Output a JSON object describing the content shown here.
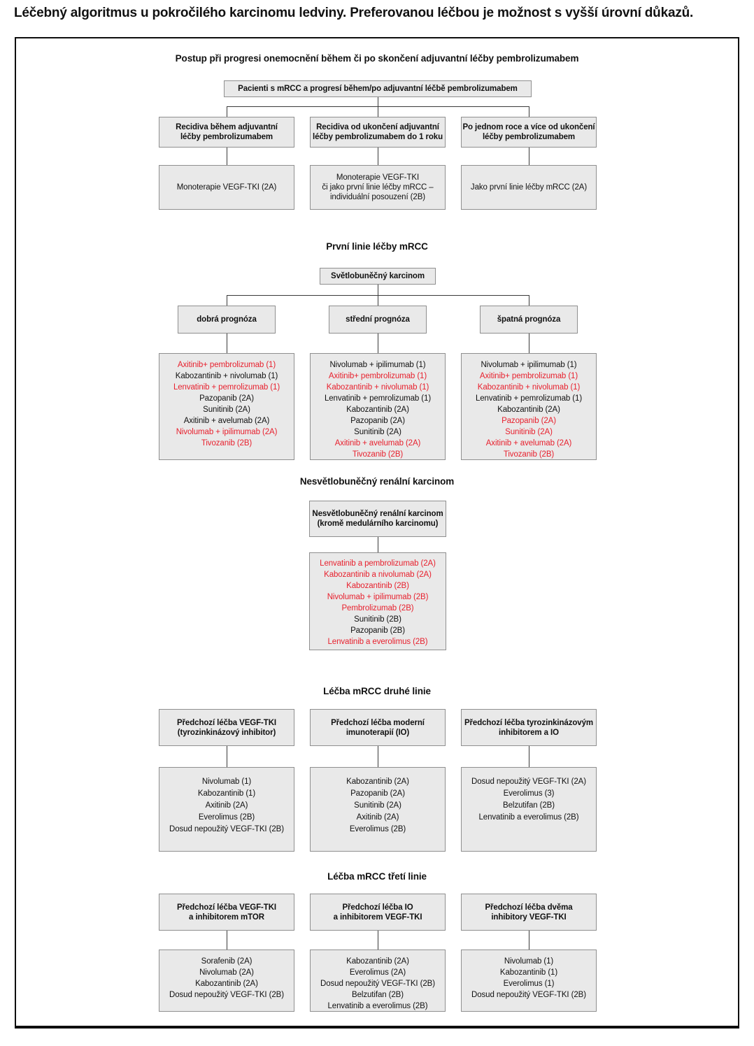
{
  "page_title": "Léčebný algoritmus u pokročilého karcinomu ledviny. Preferovanou léčbou je možnost s vyšší úrovní důkazů.",
  "colors": {
    "highlight_red": "#e8212e",
    "box_fill": "#e9e9e9",
    "box_border": "#8f8f8f",
    "connector": "#3a3a3a"
  },
  "adjuvant_section": {
    "heading": "Postup při progresi onemocnění během či po skončení adjuvantní léčby pembrolizumabem",
    "root_box": "Pacienti s mRCC a progresí během/po adjuvantní léčbě pembrolizumabem",
    "branches": [
      {
        "condition": "Recidiva během adjuvantní\nléčby pembrolizumabem",
        "treatment": "Monoterapie VEGF-TKI (2A)"
      },
      {
        "condition": "Recidiva od ukončení adjuvantní\nléčby pembrolizumabem do 1 roku",
        "treatment": "Monoterapie VEGF-TKI\nči jako první linie léčby mRCC –\nindividuální posouzení (2B)"
      },
      {
        "condition": "Po jednom roce a více od ukončení\nléčby pembrolizumabem",
        "treatment": "Jako první linie léčby mRCC (2A)"
      }
    ]
  },
  "first_line_section": {
    "heading": "První linie léčby mRCC",
    "root_box": "Světlobuněčný karcinom",
    "columns": [
      {
        "prognosis": "dobrá prognóza",
        "drugs": [
          {
            "text": "Axitinib+ pembrolizumab (1)",
            "color": "red"
          },
          {
            "text": "Kabozantinib + nivolumab (1)",
            "color": "black"
          },
          {
            "text": "Lenvatinib + pemrolizumab (1)",
            "color": "red"
          },
          {
            "text": "Pazopanib (2A)",
            "color": "black"
          },
          {
            "text": "Sunitinib (2A)",
            "color": "black"
          },
          {
            "text": "Axitinib + avelumab (2A)",
            "color": "black"
          },
          {
            "text": "Nivolumab + ipilimumab (2A)",
            "color": "red"
          },
          {
            "text": "Tivozanib (2B)",
            "color": "red"
          }
        ]
      },
      {
        "prognosis": "střední prognóza",
        "drugs": [
          {
            "text": "Nivolumab + ipilimumab (1)",
            "color": "black"
          },
          {
            "text": "Axitinib+ pembrolizumab (1)",
            "color": "red"
          },
          {
            "text": "Kabozantinib + nivolumab (1)",
            "color": "red"
          },
          {
            "text": "Lenvatinib + pemrolizumab (1)",
            "color": "black"
          },
          {
            "text": "Kabozantinib (2A)",
            "color": "black"
          },
          {
            "text": "Pazopanib (2A)",
            "color": "black"
          },
          {
            "text": "Sunitinib (2A)",
            "color": "black"
          },
          {
            "text": "Axitinib + avelumab (2A)",
            "color": "red"
          },
          {
            "text": "Tivozanib (2B)",
            "color": "red"
          }
        ]
      },
      {
        "prognosis": "špatná prognóza",
        "drugs": [
          {
            "text": "Nivolumab + ipilimumab (1)",
            "color": "black"
          },
          {
            "text": "Axitinib+ pembrolizumab (1)",
            "color": "red"
          },
          {
            "text": "Kabozantinib + nivolumab (1)",
            "color": "red"
          },
          {
            "text": "Lenvatinib + pemrolizumab (1)",
            "color": "black"
          },
          {
            "text": "Kabozantinib (2A)",
            "color": "black"
          },
          {
            "text": "Pazopanib (2A)",
            "color": "red"
          },
          {
            "text": "Sunitinib (2A)",
            "color": "red"
          },
          {
            "text": "Axitinib + avelumab (2A)",
            "color": "red"
          },
          {
            "text": "Tivozanib (2B)",
            "color": "red"
          }
        ]
      }
    ]
  },
  "non_clear_cell_section": {
    "heading": "Nesvětlobuněčný renální karcinom",
    "root_box": "Nesvětlobuněčný renální karcinom\n(kromě medulárního karcinomu)",
    "drugs": [
      {
        "text": "Lenvatinib a pembrolizumab (2A)",
        "color": "red"
      },
      {
        "text": "Kabozantinib a nivolumab (2A)",
        "color": "red"
      },
      {
        "text": "Kabozantinib (2B)",
        "color": "red"
      },
      {
        "text": "Nivolumab + ipilimumab (2B)",
        "color": "red"
      },
      {
        "text": "Pembrolizumab (2B)",
        "color": "red"
      },
      {
        "text": "Sunitinib (2B)",
        "color": "black"
      },
      {
        "text": "Pazopanib (2B)",
        "color": "black"
      },
      {
        "text": "Lenvatinib a everolimus (2B)",
        "color": "red"
      }
    ]
  },
  "second_line_section": {
    "heading": "Léčba mRCC druhé linie",
    "columns": [
      {
        "prior": "Předchozí léčba VEGF-TKI\n(tyrozinkinázový inhibitor)",
        "drugs": [
          {
            "text": "Nivolumab (1)",
            "color": "black"
          },
          {
            "text": "Kabozantinib (1)",
            "color": "black"
          },
          {
            "text": "Axitinib (2A)",
            "color": "black"
          },
          {
            "text": "Everolimus (2B)",
            "color": "black"
          },
          {
            "text": "Dosud nepoužitý VEGF-TKI (2B)",
            "color": "black"
          }
        ]
      },
      {
        "prior": "Předchozí léčba moderní\nimunoterapií (IO)",
        "drugs": [
          {
            "text": "Kabozantinib (2A)",
            "color": "black"
          },
          {
            "text": "Pazopanib (2A)",
            "color": "black"
          },
          {
            "text": "Sunitinib (2A)",
            "color": "black"
          },
          {
            "text": "Axitinib (2A)",
            "color": "black"
          },
          {
            "text": "Everolimus (2B)",
            "color": "black"
          }
        ]
      },
      {
        "prior": "Předchozí léčba tyrozinkinázovým\ninhibitorem a IO",
        "drugs": [
          {
            "text": "Dosud nepoužitý VEGF-TKI (2A)",
            "color": "black"
          },
          {
            "text": "Everolimus (3)",
            "color": "black"
          },
          {
            "text": "Belzutifan (2B)",
            "color": "black"
          },
          {
            "text": "Lenvatinib a everolimus (2B)",
            "color": "black"
          }
        ]
      }
    ]
  },
  "third_line_section": {
    "heading": "Léčba mRCC třetí linie",
    "columns": [
      {
        "prior": "Předchozí léčba VEGF-TKI\na inhibitorem mTOR",
        "drugs": [
          {
            "text": "Sorafenib (2A)",
            "color": "black"
          },
          {
            "text": "Nivolumab (2A)",
            "color": "black"
          },
          {
            "text": "Kabozantinib (2A)",
            "color": "black"
          },
          {
            "text": "Dosud nepoužitý VEGF-TKI (2B)",
            "color": "black"
          }
        ]
      },
      {
        "prior": "Předchozí léčba IO\na inhibitorem VEGF-TKI",
        "drugs": [
          {
            "text": "Kabozantinib (2A)",
            "color": "black"
          },
          {
            "text": "Everolimus (2A)",
            "color": "black"
          },
          {
            "text": "Dosud nepoužitý VEGF-TKI (2B)",
            "color": "black"
          },
          {
            "text": "Belzutifan (2B)",
            "color": "black"
          },
          {
            "text": "Lenvatinib a everolimus (2B)",
            "color": "black"
          }
        ]
      },
      {
        "prior": "Předchozí léčba dvěma\ninhibitory VEGF-TKI",
        "drugs": [
          {
            "text": "Nivolumab (1)",
            "color": "black"
          },
          {
            "text": "Kabozantinib (1)",
            "color": "black"
          },
          {
            "text": "Everolimus (1)",
            "color": "black"
          },
          {
            "text": "Dosud nepoužitý VEGF-TKI (2B)",
            "color": "black"
          }
        ]
      }
    ]
  }
}
